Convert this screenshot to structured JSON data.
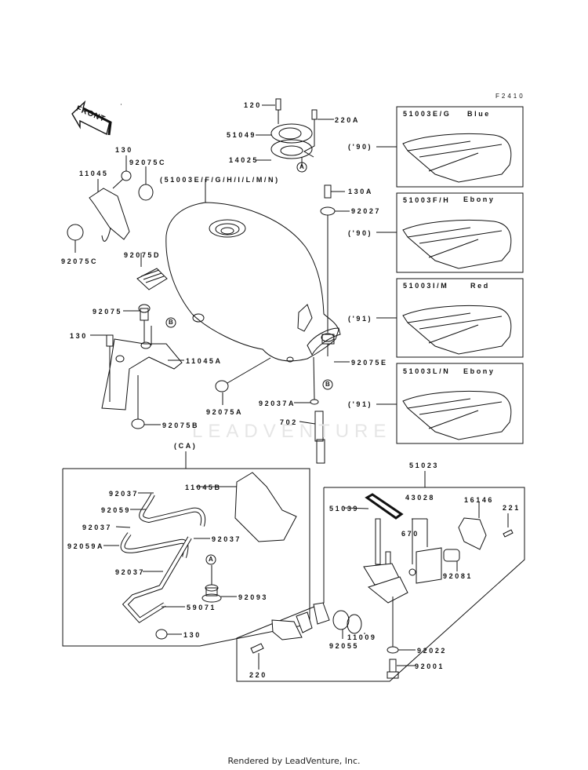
{
  "figure_code": "F2410",
  "front_indicator": "FRONT",
  "watermark": "LEADVENTURE",
  "footer": "Rendered by LeadVenture, Inc.",
  "tank_label": "(51003E/F/G/H/I/L/M/N)",
  "ca_group_label": "(CA)",
  "fuel_cock_group_label": "51023",
  "callouts": {
    "a": "A",
    "b": "B"
  },
  "variants": [
    {
      "part": "51003E/G",
      "color": "Blue",
      "year": "('90)"
    },
    {
      "part": "51003F/H",
      "color": "Ebony",
      "year": "('90)"
    },
    {
      "part": "51003I/M",
      "color": "Red",
      "year": "('91)"
    },
    {
      "part": "51003L/N",
      "color": "Ebony",
      "year": "('91)"
    }
  ],
  "parts": {
    "p120": "120",
    "p51049": "51049",
    "p14025": "14025",
    "p220a": "220A",
    "p130a": "130A",
    "p92027": "92027",
    "p130_top": "130",
    "p11045": "11045",
    "p92075c_a": "92075C",
    "p92075c_b": "92075C",
    "p92075d": "92075D",
    "p92075": "92075",
    "p130_mid": "130",
    "p11045a": "11045A",
    "p92075b": "92075B",
    "p92075a": "92075A",
    "p92037a": "92037A",
    "p702": "702",
    "p92075e": "92075E",
    "p11045b": "11045B",
    "p92037_1": "92037",
    "p92059": "92059",
    "p92037_2": "92037",
    "p92059a": "92059A",
    "p92037_3": "92037",
    "p92037_4": "92037",
    "p59071": "59071",
    "p130_bot": "130",
    "p92093": "92093",
    "p51039": "51039",
    "p43028": "43028",
    "p16146": "16146",
    "p221": "221",
    "p670": "670",
    "p92081": "92081",
    "p11009": "11009",
    "p92055": "92055",
    "p92022": "92022",
    "p92001": "92001",
    "p220": "220"
  }
}
